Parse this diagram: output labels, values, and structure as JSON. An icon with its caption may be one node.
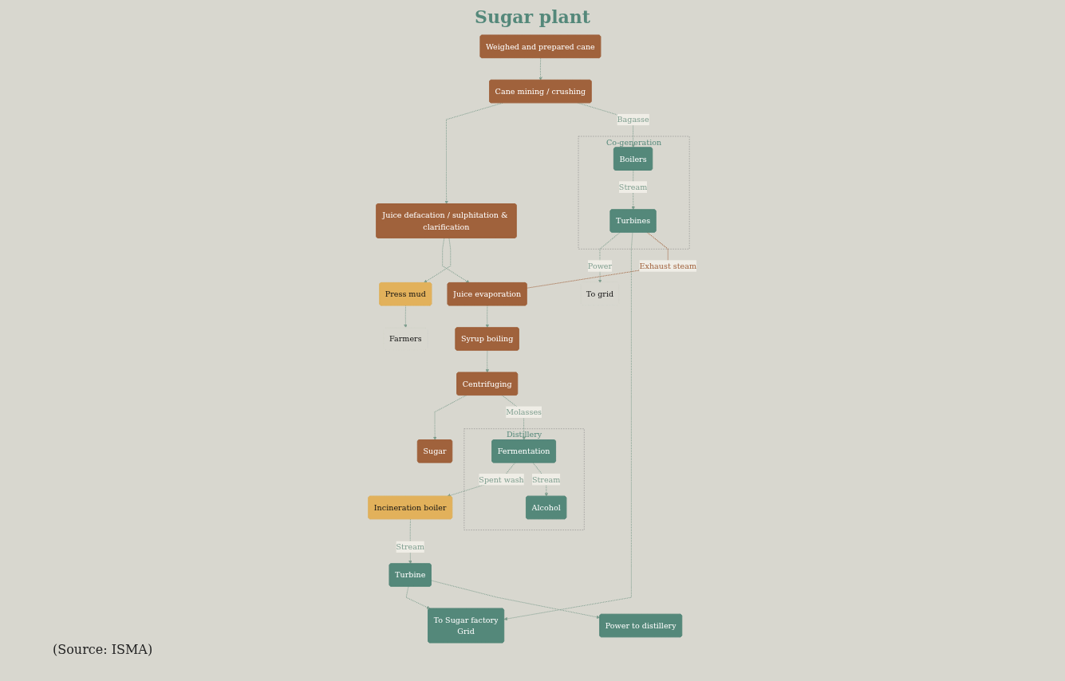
{
  "diagram": {
    "nodes": [
      {
        "text": [
          "Co-generation"
        ]
      },
      {
        "text": [
          "Turbines"
        ],
        "in": 0
      },
      {
        "text": [
          "Boilers"
        ],
        "in": 0
      },
      {
        "text": [
          "Weighed and prepared cane"
        ]
      },
      {
        "text": [
          "Cane mining / crushing"
        ]
      },
      {
        "text": [
          "Juice defacation / sulphitation & clarification"
        ]
      },
      {
        "text": [
          "Juice evaporation"
        ]
      },
      {
        "text": [
          "Syrup boiling"
        ]
      },
      {
        "text": [
          "Centrifuging"
        ]
      },
      {
        "text": [
          "Sugar"
        ]
      },
      {
        "text": [
          "To grid"
        ]
      },
      {
        "text": [
          "To Sugar factory",
          "Grid"
        ]
      },
      {
        "text": [
          "Press mud"
        ]
      },
      {
        "text": [
          "Farmers"
        ]
      },
      {
        "text": [
          "Incineration boiler"
        ]
      },
      {
        "text": [
          "Turbine"
        ]
      },
      {
        "text": [
          "Power to distillery"
        ]
      },
      {
        "text": [
          "Distillery"
        ]
      },
      {
        "text": [
          "Alcohol"
        ],
        "in": 17
      },
      {
        "text": [
          "Fermentation"
        ],
        "in": 17
      }
    ],
    "edges": [
      {
        "from": 3,
        "to": 4,
        "arrow": "to"
      },
      {
        "from": 4,
        "to": 5,
        "arrow": "to"
      },
      {
        "from": 5,
        "to": 6,
        "arrow": "to"
      },
      {
        "from": 6,
        "to": 7,
        "arrow": "to"
      },
      {
        "from": 7,
        "to": 8,
        "arrow": "to"
      },
      {
        "from": 8,
        "to": 9,
        "arrow": "to"
      },
      {
        "from": 4,
        "to": 2,
        "arrow": "to",
        "label": "Bagasse"
      },
      {
        "from": 2,
        "to": 1,
        "arrow": "to",
        "label": "Stream"
      },
      {
        "from": 1,
        "to": 10,
        "arrow": "to",
        "label": "Power"
      },
      {
        "from": 1,
        "to": 11,
        "arrow": "to"
      },
      {
        "from": 1,
        "to": 6,
        "arrow": "none",
        "label": "Exhaust steam",
        "color": "#a0623c"
      },
      {
        "from": 5,
        "to": 12,
        "arrow": "to"
      },
      {
        "from": 12,
        "to": 13,
        "arrow": "to"
      },
      {
        "from": 19,
        "to": 14,
        "arrow": "to",
        "label": "Spent wash"
      },
      {
        "from": 14,
        "to": 15,
        "arrow": "to",
        "label": "Stream"
      },
      {
        "from": 15,
        "to": 11,
        "arrow": "to"
      },
      {
        "from": 15,
        "to": 16,
        "arrow": "to"
      },
      {
        "from": 8,
        "to": 19,
        "arrow": "to",
        "label": "Molasses"
      },
      {
        "from": 19,
        "to": 18,
        "arrow": "to",
        "label": "Stream"
      }
    ],
    "labels": [
      "Sugar plant",
      "(Source: ISMA)"
    ]
  }
}
